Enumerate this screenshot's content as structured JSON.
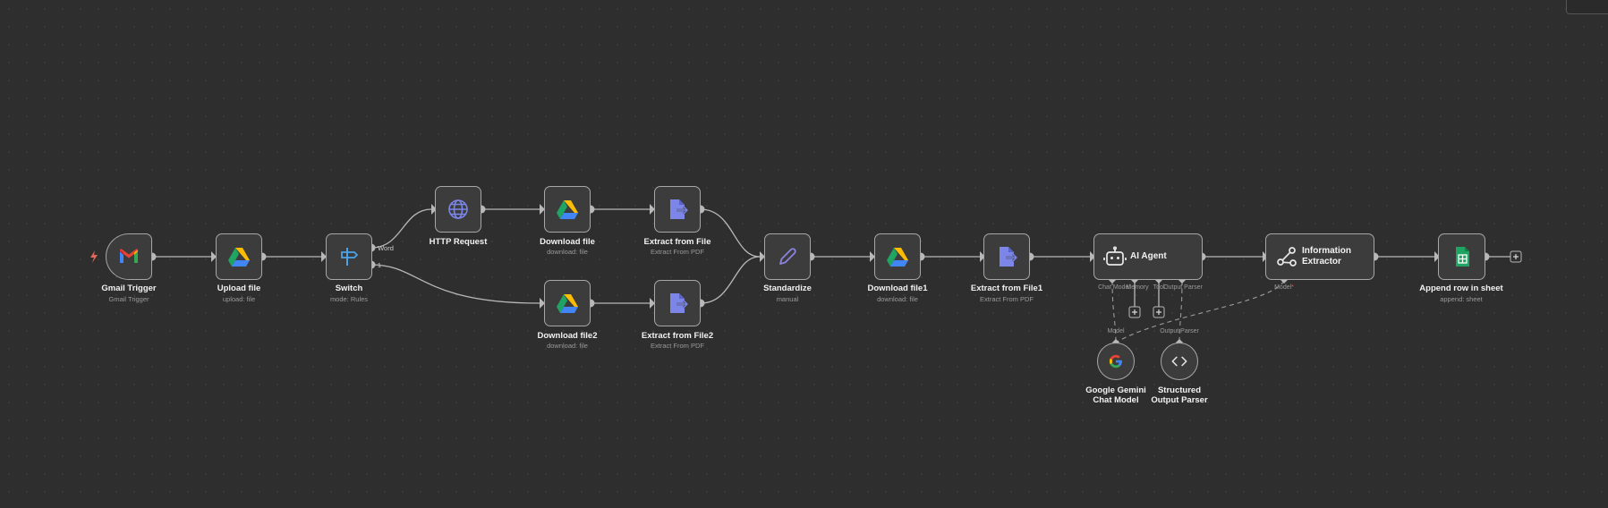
{
  "nodes": {
    "gmail_trigger": {
      "title": "Gmail Trigger",
      "subtitle": "Gmail Trigger",
      "icon": "gmail-icon"
    },
    "upload_file": {
      "title": "Upload file",
      "subtitle": "upload: file",
      "icon": "google-drive-icon"
    },
    "switch": {
      "title": "Switch",
      "subtitle": "mode: Rules",
      "icon": "switch-icon",
      "output_word": "Word",
      "output_1": "1"
    },
    "http_request": {
      "title": "HTTP Request",
      "icon": "globe-icon"
    },
    "download_file": {
      "title": "Download file",
      "subtitle": "download: file",
      "icon": "google-drive-icon"
    },
    "extract_from_file": {
      "title": "Extract from File",
      "subtitle": "Extract From PDF",
      "icon": "extract-file-icon"
    },
    "download_file2": {
      "title": "Download file2",
      "subtitle": "download: file",
      "icon": "google-drive-icon"
    },
    "extract_from_file2": {
      "title": "Extract from File2",
      "subtitle": "Extract From PDF",
      "icon": "extract-file-icon"
    },
    "standardize": {
      "title": "Standardize",
      "subtitle": "manual",
      "icon": "pencil-icon"
    },
    "download_file1": {
      "title": "Download file1",
      "subtitle": "download: file",
      "icon": "google-drive-icon"
    },
    "extract_from_file1": {
      "title": "Extract from File1",
      "subtitle": "Extract From PDF",
      "icon": "extract-file-icon"
    },
    "ai_agent": {
      "title": "AI Agent",
      "icon": "robot-icon",
      "slots": [
        "Chat Model",
        "Memory",
        "Tool",
        "Output Parser"
      ]
    },
    "information_extractor": {
      "title": "Information Extractor",
      "icon": "share-nodes-icon",
      "slot": "Model",
      "slot_required": "*"
    },
    "append_row": {
      "title": "Append row in sheet",
      "subtitle": "append: sheet",
      "icon": "google-sheets-icon"
    },
    "gemini": {
      "title": "Google Gemini Chat Model",
      "top_label": "Model",
      "icon": "google-g-icon"
    },
    "structured_parser": {
      "title": "Structured Output Parser",
      "top_label": "Output Parser",
      "icon": "code-brackets-icon"
    }
  },
  "colors": {
    "canvas": "#2e2e2e",
    "node_bg": "#3c3c3c",
    "node_border": "#a7a7a7",
    "edge": "#b8b8b8",
    "trigger_bolt": "#e0675a",
    "http_icon": "#7b86e8",
    "pencil_icon": "#8a83e0",
    "extract_icon": "#7b86e8",
    "switch_icon": "#4aa3e8"
  }
}
